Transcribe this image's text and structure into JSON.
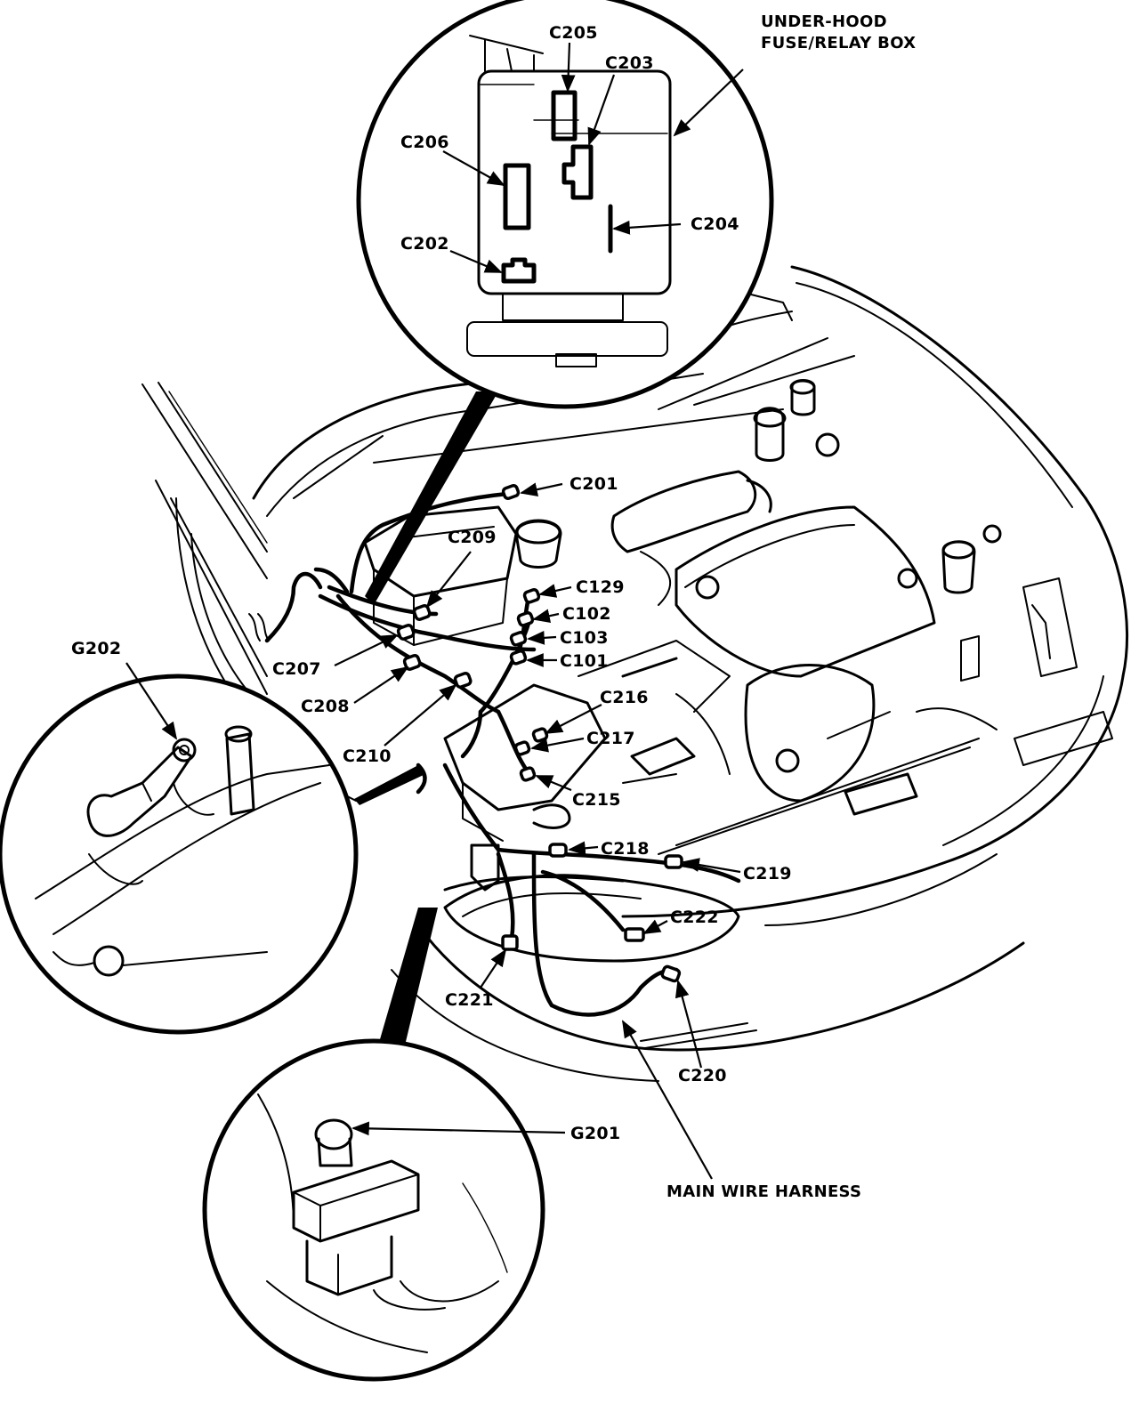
{
  "labels": {
    "fuse_box": [
      "UNDER-HOOD",
      "FUSE/RELAY BOX"
    ],
    "main_harness": "MAIN WIRE HARNESS",
    "c201": "C201",
    "c202": "C202",
    "c203": "C203",
    "c204": "C204",
    "c205": "C205",
    "c206": "C206",
    "c207": "C207",
    "c208": "C208",
    "c209": "C209",
    "c210": "C210",
    "c101": "C101",
    "c102": "C102",
    "c103": "C103",
    "c129": "C129",
    "c215": "C215",
    "c216": "C216",
    "c217": "C217",
    "c218": "C218",
    "c219": "C219",
    "c220": "C220",
    "c221": "C221",
    "c222": "C222",
    "g201": "G201",
    "g202": "G202"
  }
}
